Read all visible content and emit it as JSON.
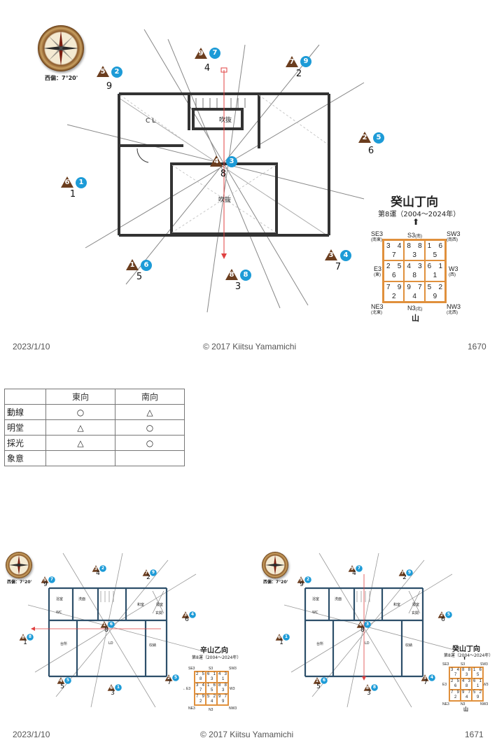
{
  "page1": {
    "declination": "西偏：7°20'",
    "title": "癸山丁向",
    "subtitle": "第8運（2004～2024年）",
    "room_labels": {
      "cl": "CL",
      "fukinuke_top": "吹抜",
      "fukinuke_center": "吹抜"
    },
    "grid_labels": {
      "se": "SE3",
      "se_sub": "(南東)",
      "s": "S3",
      "s_sub": "(南)",
      "sw": "SW3",
      "sw_sub": "(南西)",
      "e": "E3",
      "e_sub": "(東)",
      "w": "W3",
      "w_sub": "(西)",
      "ne": "NE3",
      "ne_sub": "(北東)",
      "n": "N3",
      "n_sub": "(北)",
      "nw": "NW3",
      "nw_sub": "(北西)",
      "bottom": "山"
    },
    "grid": [
      [
        "3",
        "4",
        "7"
      ],
      [
        "8",
        "8",
        "3"
      ],
      [
        "1",
        "6",
        "5"
      ],
      [
        "2",
        "5",
        "6"
      ],
      [
        "4",
        "3",
        "8"
      ],
      [
        "6",
        "1",
        "1"
      ],
      [
        "7",
        "9",
        "2"
      ],
      [
        "9",
        "7",
        "4"
      ],
      [
        "5",
        "2",
        "9"
      ]
    ],
    "markers": [
      {
        "tri": "9",
        "circ": "7",
        "num": "4"
      },
      {
        "tri": "7",
        "circ": "9",
        "num": "2"
      },
      {
        "tri": "5",
        "circ": "2",
        "num": "9"
      },
      {
        "tri": "2",
        "circ": "5",
        "num": "6"
      },
      {
        "tri": "4",
        "circ": "3",
        "num": "8"
      },
      {
        "tri": "6",
        "circ": "1",
        "num": "1"
      },
      {
        "tri": "3",
        "circ": "4",
        "num": "7"
      },
      {
        "tri": "1",
        "circ": "6",
        "num": "5"
      },
      {
        "tri": "8",
        "circ": "8",
        "num": "3"
      }
    ],
    "footer_date": "2023/1/10",
    "footer_copy": "© 2017 Kiitsu Yamamichi",
    "footer_page": "1670"
  },
  "table": {
    "headers": [
      "",
      "東向",
      "南向"
    ],
    "rows": [
      [
        "動線",
        "○",
        "△"
      ],
      [
        "明堂",
        "△",
        "○"
      ],
      [
        "採光",
        "△",
        "○"
      ],
      [
        "象意",
        "",
        ""
      ]
    ]
  },
  "page2_left": {
    "declination": "西偏：7°20'",
    "title": "辛山乙向",
    "subtitle": "第8運（2004～2024年）",
    "room_labels": [
      "浴室",
      "洗面",
      "WC",
      "台所",
      "LD",
      "和室",
      "玄関",
      "収納",
      "寝室"
    ],
    "markers": [
      {
        "tri": "5",
        "circ": "7",
        "num": "9"
      },
      {
        "tri": "3",
        "circ": "2",
        "num": "4"
      },
      {
        "tri": "7",
        "circ": "9",
        "num": "2"
      },
      {
        "tri": "3",
        "circ": "4",
        "num": "6"
      },
      {
        "tri": "1",
        "circ": "6",
        "num": "8"
      },
      {
        "tri": "8",
        "circ": "8",
        "num": "1"
      },
      {
        "tri": "4",
        "circ": "5",
        "num": "5"
      },
      {
        "tri": "6",
        "circ": "1",
        "num": "3"
      },
      {
        "tri": "2",
        "circ": "5",
        "num": "7"
      }
    ],
    "grid": [
      [
        "2",
        "5",
        "8"
      ],
      [
        "6",
        "1",
        "3"
      ],
      [
        "4",
        "3",
        "1"
      ],
      [
        "3",
        "4",
        "7"
      ],
      [
        "1",
        "6",
        "5"
      ],
      [
        "8",
        "8",
        "3"
      ],
      [
        "7",
        "9",
        "2"
      ],
      [
        "5",
        "2",
        "4"
      ],
      [
        "9",
        "7",
        "9"
      ]
    ],
    "grid_labels": {
      "se": "SE3",
      "s": "S3",
      "sw": "SW3",
      "e": "E3",
      "w": "W3",
      "ne": "NE3",
      "n": "N3",
      "nw": "NW3",
      "arrow": "←"
    }
  },
  "page2_right": {
    "declination": "西偏：7°20'",
    "title": "癸山丁向",
    "subtitle": "第8運（2004～2024年）",
    "room_labels": [
      "浴室",
      "洗面",
      "WC",
      "台所",
      "LD",
      "和室",
      "玄関",
      "収納",
      "寝室"
    ],
    "markers": [
      {
        "tri": "5",
        "circ": "2",
        "num": "9"
      },
      {
        "tri": "9",
        "circ": "7",
        "num": "4"
      },
      {
        "tri": "7",
        "circ": "9",
        "num": "2"
      },
      {
        "tri": "2",
        "circ": "5",
        "num": "6"
      },
      {
        "tri": "4",
        "circ": "3",
        "num": "8"
      },
      {
        "tri": "6",
        "circ": "1",
        "num": "1"
      },
      {
        "tri": "1",
        "circ": "6",
        "num": "5"
      },
      {
        "tri": "8",
        "circ": "8",
        "num": "3"
      },
      {
        "tri": "3",
        "circ": "4",
        "num": "7"
      }
    ],
    "grid": [
      [
        "3",
        "4",
        "7"
      ],
      [
        "8",
        "8",
        "3"
      ],
      [
        "1",
        "6",
        "5"
      ],
      [
        "2",
        "5",
        "6"
      ],
      [
        "4",
        "3",
        "8"
      ],
      [
        "6",
        "1",
        "1"
      ],
      [
        "7",
        "9",
        "2"
      ],
      [
        "9",
        "7",
        "4"
      ],
      [
        "5",
        "2",
        "9"
      ]
    ],
    "grid_labels": {
      "se": "SE3",
      "s": "S3",
      "sw": "SW3",
      "e": "E3",
      "w": "W3",
      "ne": "NE3",
      "n": "N3",
      "nw": "NW3",
      "bottom": "山"
    }
  },
  "page2": {
    "footer_date": "2023/1/10",
    "footer_copy": "© 2017 Kiitsu Yamamichi",
    "footer_page": "1671"
  }
}
